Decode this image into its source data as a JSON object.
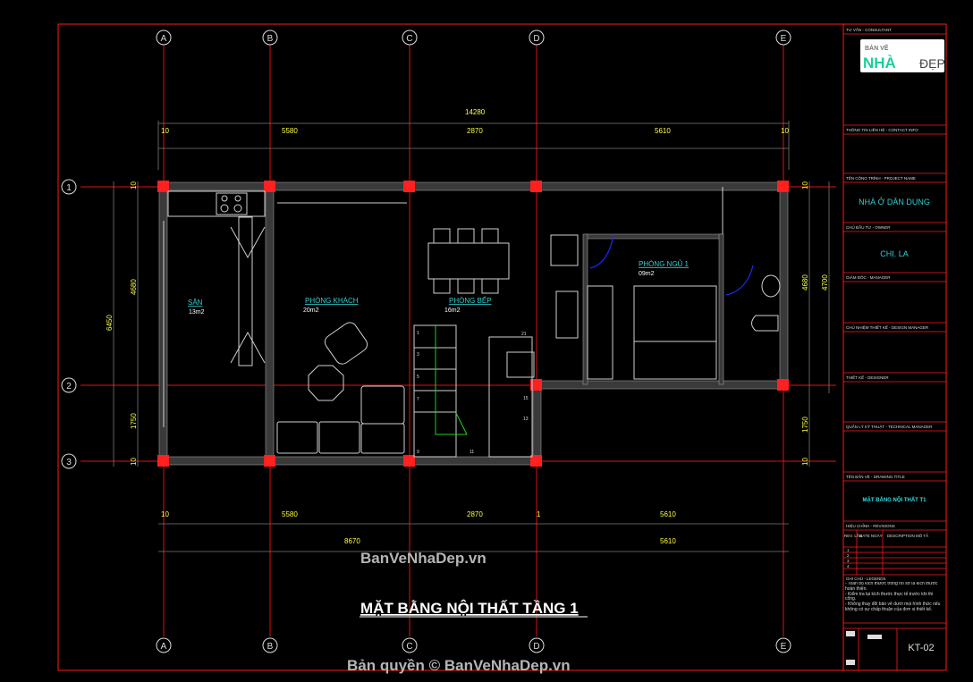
{
  "drawing": {
    "title": "MẶT BẰNG NỘI THẤT TẦNG 1",
    "watermark_top": "BanVeNhaDep.vn",
    "watermark_bottom": "Bản quyền © BanVeNhaDep.vn",
    "grid_columns": [
      "A",
      "B",
      "C",
      "D",
      "E"
    ],
    "grid_rows": [
      "1",
      "2",
      "3"
    ],
    "dims_top": {
      "total": "14280",
      "segments": [
        "10",
        "5580",
        "2870",
        "5610",
        "10"
      ]
    },
    "dims_bottom": {
      "row1": [
        "10",
        "5580",
        "2870",
        "1",
        "5610"
      ],
      "row2": [
        "8670",
        "5610"
      ]
    },
    "dims_left": {
      "total": "6450",
      "segments": [
        "10",
        "4680",
        "1750",
        "10"
      ]
    },
    "dims_right": {
      "total": "4700",
      "segments": [
        "10",
        "4680",
        "1750",
        "10"
      ]
    },
    "rooms": [
      {
        "name": "SÂN",
        "area": "13m2"
      },
      {
        "name": "PHÒNG KHÁCH",
        "area": "20m2"
      },
      {
        "name": "PHÒNG BẾP",
        "area": "16m2"
      },
      {
        "name": "PHÒNG NGỦ 1",
        "area": "09m2"
      }
    ],
    "stair_numbers": [
      "1",
      "3",
      "5",
      "7",
      "9",
      "11",
      "13",
      "15",
      "21"
    ],
    "colors": {
      "grid": "#e01010",
      "dimension_text": "#ffff40",
      "room_label": "#30d0d0",
      "door_swing": "#1a2aff",
      "stair_path": "#20d020"
    }
  },
  "title_block": {
    "logo_text": [
      "BẢN VẼ",
      "NHÀ",
      "ĐẸP"
    ],
    "consultant_label": "TƯ VẤN - CONSULTANT",
    "contact_label": "THÔNG TIN LIÊN HỆ - CONTACT INFO",
    "project_label": "TÊN CÔNG TRÌNH - PROJECT NAME",
    "project_value": "NHÀ Ở DÂN DỤNG",
    "owner_label": "CHỦ ĐẦU TƯ - OWNER",
    "owner_value": "CHỊ. LA",
    "manager_label": "GIÁM ĐỐC - MANAGER",
    "design_manager_label": "CHỦ NHIỆM THIẾT KẾ - DESIGN MANAGER",
    "designer_label": "THIẾT KẾ - DESIGNER",
    "tech_manager_label": "QUẢN LÝ KỸ THUẬT - TECHNICAL MANAGER",
    "drawing_title_label": "TÊN BẢN VẼ - DRAWING TITLE",
    "drawing_title_value": "MẶT BẰNG NỘI THẤT T1",
    "revision_label": "HIỆU CHỈNH - REVISIONS",
    "rev_headers": [
      "REV. LẦN",
      "DATE NGÀY",
      "DESCRIPTION MÔ TẢ"
    ],
    "rev_rows": [
      "1",
      "2",
      "3",
      "4"
    ],
    "legend_label": "GHI CHÚ - LEGENDS",
    "legend_lines": [
      "- Toàn bộ kích thước trong hồ sơ là kích thước hoàn thiện.",
      "- Kiểm tra lại kích thước thực tế trước khi thi công.",
      "- Không thay đổi bản vẽ dưới mọi hình thức nếu không có sự chấp thuận của đơn vị thiết kế."
    ],
    "sheet_number": "KT-02"
  }
}
